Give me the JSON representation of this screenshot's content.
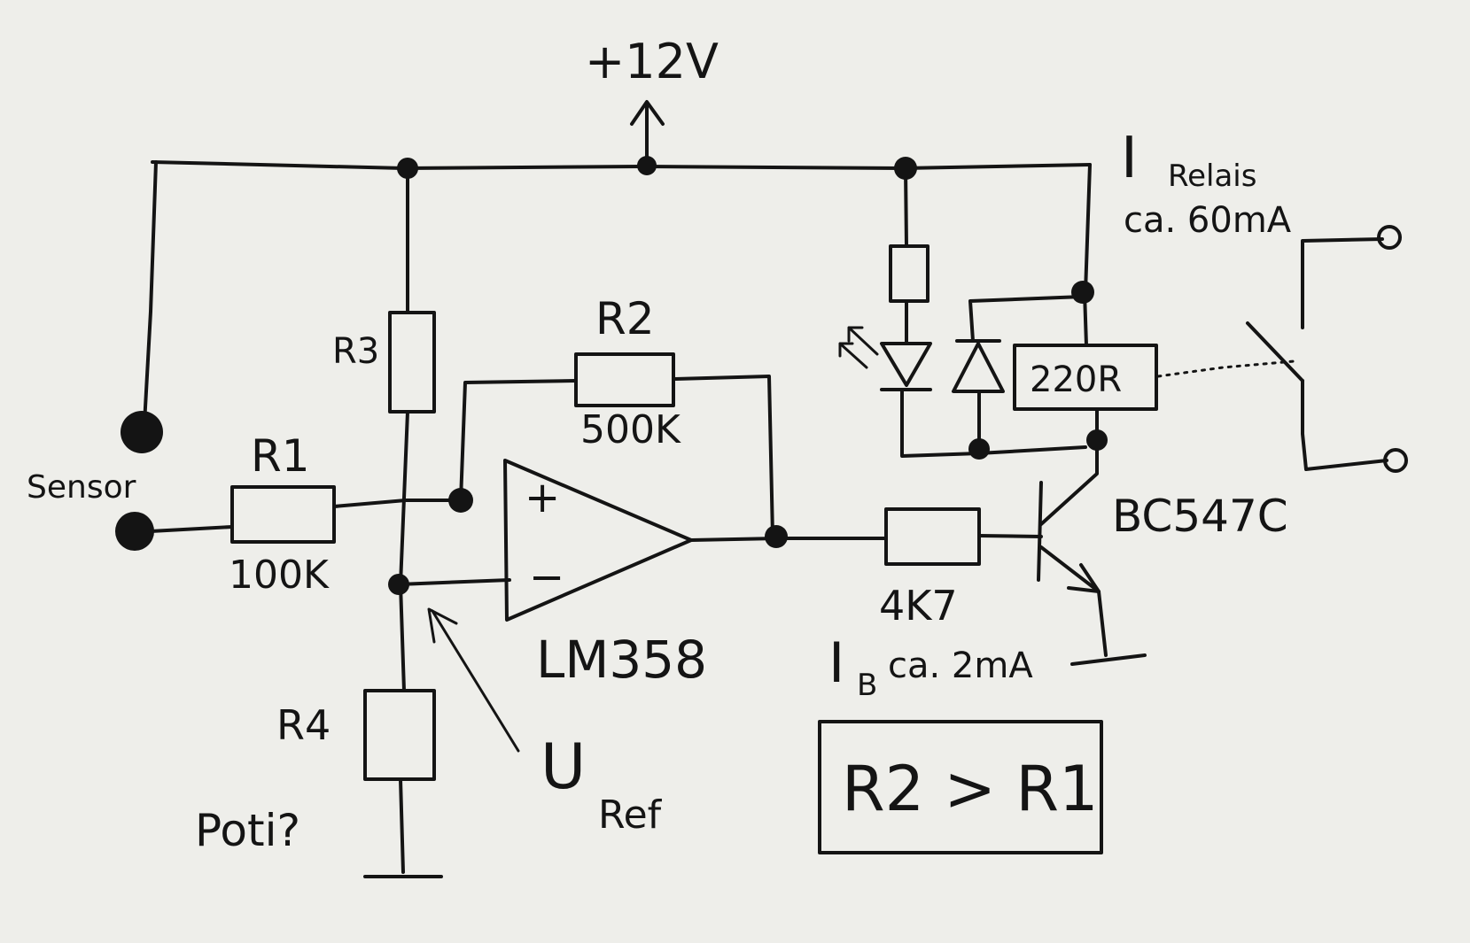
{
  "supply": {
    "label": "+12V"
  },
  "sensor": {
    "label": "Sensor"
  },
  "resistors": {
    "r1": {
      "name": "R1",
      "value": "100K"
    },
    "r2": {
      "name": "R2",
      "value": "500K"
    },
    "r3": {
      "name": "R3"
    },
    "r4": {
      "name": "R4",
      "note": "Poti?"
    },
    "base": {
      "value": "4K7"
    },
    "led": {
      "value": ""
    }
  },
  "opamp": {
    "name": "LM358",
    "plus_sign": "+",
    "minus_sign": "−",
    "reference_symbol": "U",
    "reference_subscript": "Ref"
  },
  "relay": {
    "value": "220R"
  },
  "transistor": {
    "name": "BC547C"
  },
  "currents": {
    "relay_symbol": "I",
    "relay_subscript": "Relais",
    "relay_value": "ca. 60mA",
    "base_symbol": "I",
    "base_subscript": "B",
    "base_value": "ca. 2mA"
  },
  "note": {
    "text": "R2 > R1"
  }
}
